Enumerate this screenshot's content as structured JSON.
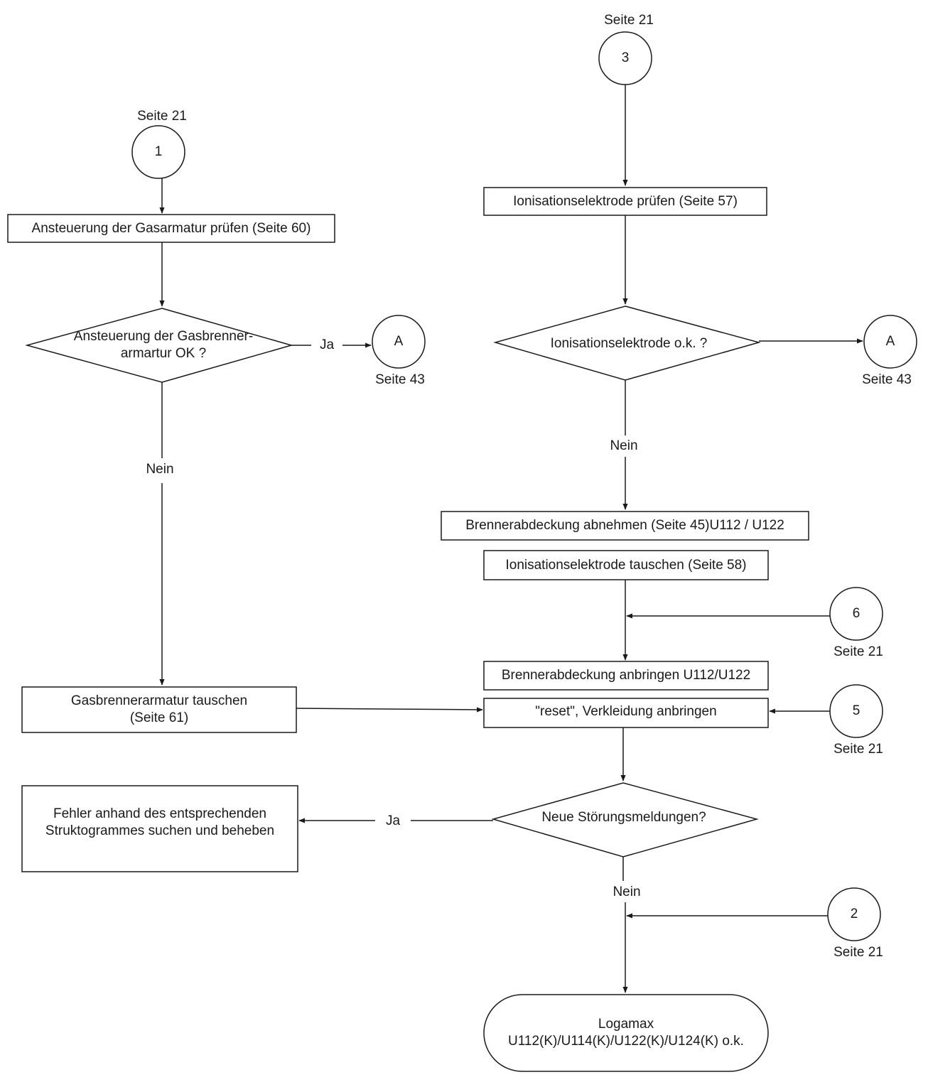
{
  "left": {
    "start_page_label": "Seite 21",
    "start_connector": "1",
    "step_check_control": "Ansteuerung der Gasarmatur prüfen (Seite 60)",
    "decision_line1": "Ansteuerung der Gasbrenner-",
    "decision_line2": "armartur OK ?",
    "yes_label": "Ja",
    "connector_A": "A",
    "connector_A_page": "Seite 43",
    "no_label": "Nein",
    "replace_line1": "Gasbrennerarmatur tauschen",
    "replace_line2": "(Seite 61)",
    "error_line1": "Fehler anhand des  entsprechenden",
    "error_line2": "Struktogrammes suchen und beheben"
  },
  "right": {
    "start_page_label": "Seite 21",
    "start_connector": "3",
    "step_check_electrode": "Ionisationselektrode prüfen (Seite 57)",
    "decision_electrode": "Ionisationselektrode o.k. ?",
    "connector_A": "A",
    "connector_A_page": "Seite 43",
    "no_label": "Nein",
    "step_remove_cover": "Brennerabdeckung abnehmen (Seite 45)U112 / U122",
    "step_replace_electrode": "Ionisationselektrode tauschen (Seite 58)",
    "connector_6": "6",
    "connector_6_page": "Seite 21",
    "step_attach_cover": "Brennerabdeckung anbringen U112/U122",
    "step_reset": "\"reset\", Verkleidung anbringen",
    "connector_5": "5",
    "connector_5_page": "Seite 21",
    "decision_new_faults": "Neue Störungsmeldungen?",
    "yes_label": "Ja",
    "connector_2": "2",
    "connector_2_page": "Seite 21",
    "end_line1": "Logamax",
    "end_line2": "U112(K)/U114(K)/U122(K)/U124(K) o.k."
  }
}
